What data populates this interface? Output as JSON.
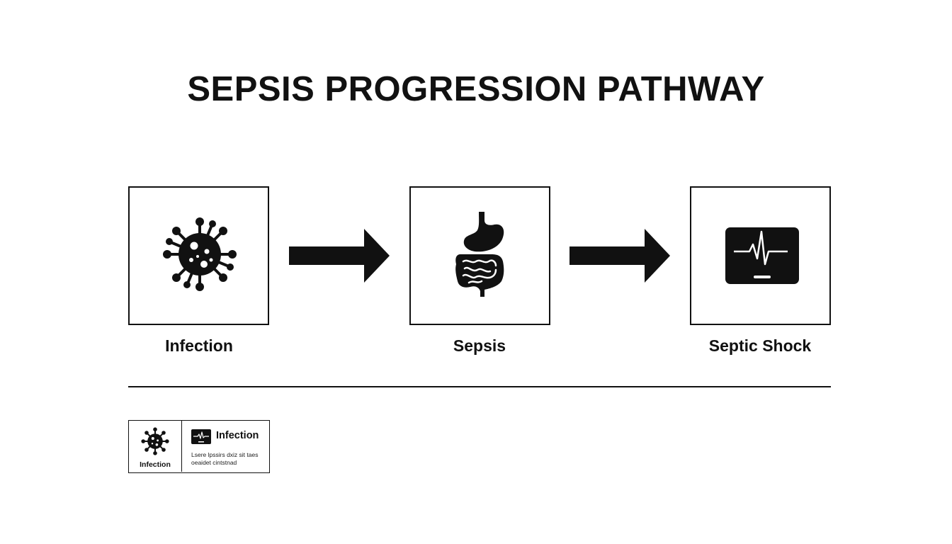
{
  "title": "SEPSIS PROGRESSION PATHWAY",
  "stages": [
    {
      "label": "Infection",
      "icon": "virus-icon"
    },
    {
      "label": "Sepsis",
      "icon": "digestive-organs-icon"
    },
    {
      "label": "Septic Shock",
      "icon": "heart-monitor-icon"
    }
  ],
  "legend": {
    "left_label": "Infection",
    "left_icon": "virus-icon",
    "right_icon": "heart-monitor-icon",
    "right_title": "Infection",
    "right_text_line1": "Lsere lpssirs dxiz sit taes",
    "right_text_line2": "oeaidet cintstnad"
  },
  "colors": {
    "ink": "#111111",
    "background": "#ffffff"
  }
}
